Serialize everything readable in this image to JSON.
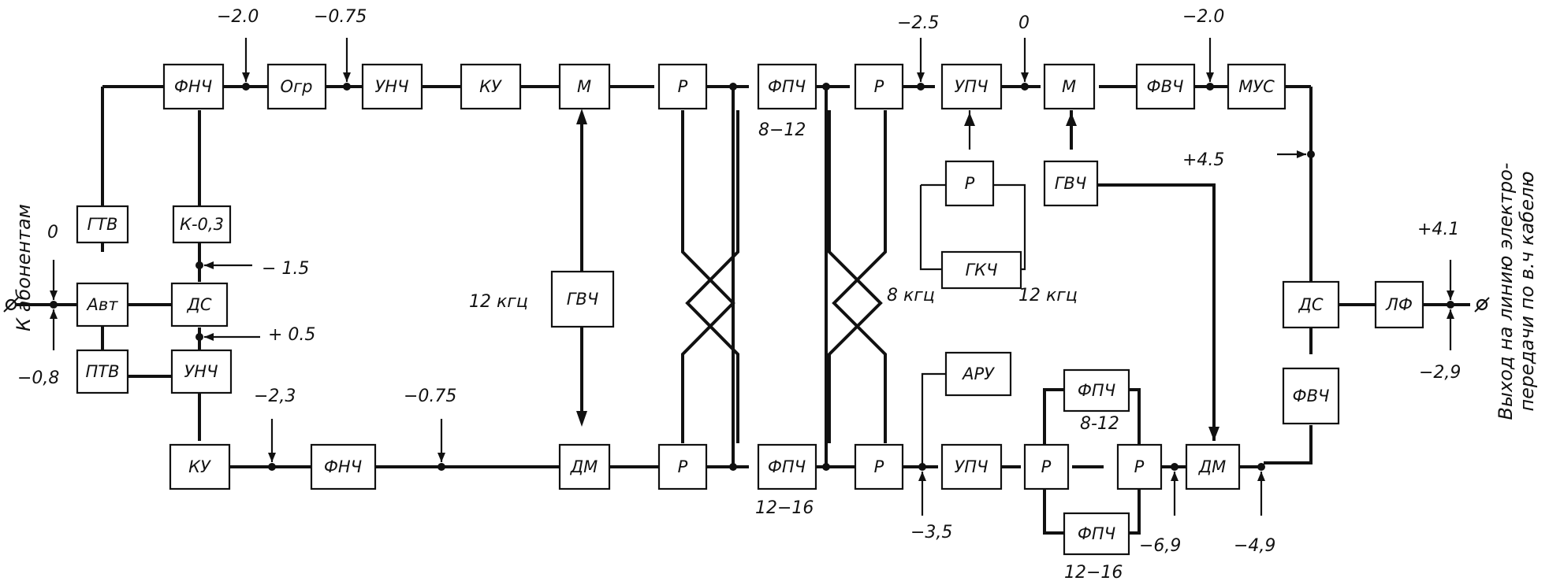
{
  "blocks": {
    "fnch_top": "ФНЧ",
    "ogr": "Огр",
    "unch_top": "УНЧ",
    "ku_top": "КУ",
    "m_top": "М",
    "r_top1": "Р",
    "fpch_top": "ФПЧ",
    "r_top2": "Р",
    "upch_top": "УПЧ",
    "m_top2": "М",
    "fvch_top": "ФВЧ",
    "mus": "МУС",
    "gtv": "ГТВ",
    "k03": "К-0,3",
    "avt": "Авт",
    "ds_left": "ДС",
    "ptv": "ПТВ",
    "unch_left": "УНЧ",
    "ku_bot": "КУ",
    "fnch_bot": "ФНЧ",
    "gvch_mid": "ГВЧ",
    "dm_left": "ДМ",
    "r_bot1": "Р",
    "fpch_bot": "ФПЧ",
    "r_bot2": "Р",
    "r_osc": "Р",
    "gkch": "ГКЧ",
    "gvch_right": "ГВЧ",
    "aru": "АРУ",
    "upch_bot": "УПЧ",
    "r_bot3": "Р",
    "fpch_upper": "ФПЧ",
    "fpch_lower": "ФПЧ",
    "r_bot4": "Р",
    "dm_right": "ДМ",
    "ds_right": "ДС",
    "lf": "ЛФ",
    "fvch_right": "ФВЧ"
  },
  "labels": {
    "lvl_m20_top": "−2.0",
    "lvl_m075_top": "−0.75",
    "lvl_m25": "−2.5",
    "lvl_0_top": "0",
    "lvl_m20_right": "−2.0",
    "fpch_top_range": "8−12",
    "lvl_p45": "+4.5",
    "lvl_0_left": "0",
    "lvl_m15": "− 1.5",
    "lvl_p05": "+ 0.5",
    "lvl_m08": "−0,8",
    "lvl_m23": "−2,3",
    "lvl_m075_bot": "−0.75",
    "freq_12": "12 кгц",
    "freq_8_osc": "8 кгц",
    "freq_12_osc": "12 кгц",
    "fpch_bot_range": "12−16",
    "lvl_m35": "−3,5",
    "fpch_upper_range": "8-12",
    "fpch_lower_range": "12−16",
    "lvl_m69": "−6,9",
    "lvl_m49": "−4,9",
    "lvl_p41": "+4.1",
    "lvl_m29": "−2,9",
    "left_side": "К абонентам",
    "right_side_1": "Выход на линию электро-",
    "right_side_2": "передачи по в.ч кабелю"
  }
}
